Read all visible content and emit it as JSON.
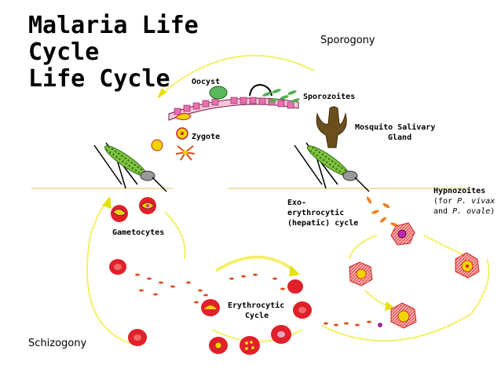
{
  "title": "Malaria Life\nCycle\nLife Cycle",
  "labels": {
    "sporogony": "Sporogony",
    "schizogony": "Schizogony",
    "oocyst": "Oocyst",
    "sporozoites": "Sporozoites",
    "zygote": "Zygote",
    "mosquito_gland_1": "Mosquito Salivary",
    "mosquito_gland_2": "Gland",
    "hypnozoites": "Hypnozoites",
    "hypnozoites_note_1": "(for ",
    "hypnozoites_species_1": "P. vivax",
    "hypnozoites_note_2": "and ",
    "hypnozoites_species_2": "P. ovale",
    "hypnozoites_note_3": ")",
    "exo_1": "Exo-",
    "exo_2": "erythrocytic",
    "exo_3": "(hepatic) cycle",
    "gametocytes": "Gametocytes",
    "erythro_1": "Erythrocytic",
    "erythro_2": "Cycle"
  },
  "colors": {
    "cycle_arrow": "#f4f068",
    "arrow_head": "#e6df00",
    "red_cell": "#e0202a",
    "red_cell_light": "#f16a6a",
    "parasite_yellow": "#f0d400",
    "mosquito_green": "#6aa84f",
    "gland_brown": "#6b4f1c",
    "oocyst_pink": "#e96fb0",
    "sporozoite_green": "#4caf50",
    "liver_red": "#d12a2a",
    "ground": "#f5dfa8"
  }
}
